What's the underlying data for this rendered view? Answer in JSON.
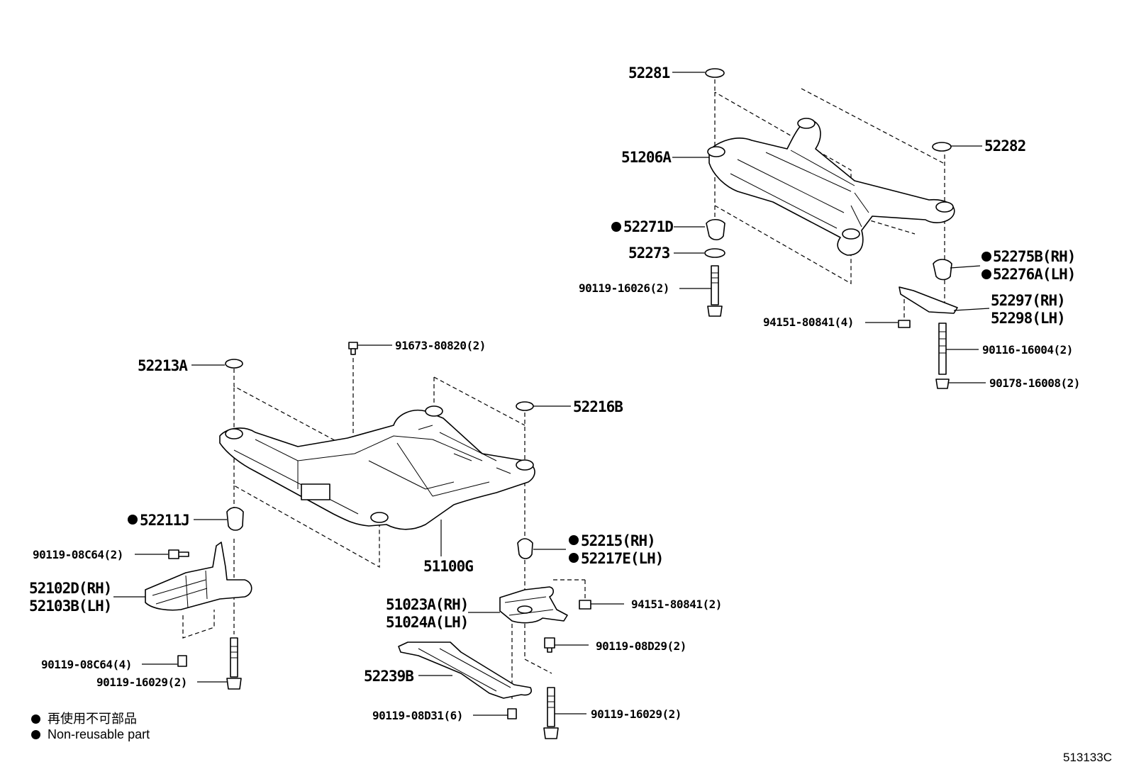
{
  "labels": {
    "p52281": "52281",
    "p51206A": "51206A",
    "p52282": "52282",
    "p52271D": "52271D",
    "p52273": "52273",
    "p90119_16026": "90119-16026(2)",
    "p52275B": "52275B(RH)",
    "p52276A": "52276A(LH)",
    "p52297": "52297(RH)",
    "p52298": "52298(LH)",
    "p94151_80841_4": "94151-80841(4)",
    "p90116_16004": "90116-16004(2)",
    "p90178_16008": "90178-16008(2)",
    "p91673_80820": "91673-80820(2)",
    "p52213A": "52213A",
    "p52216B": "52216B",
    "p52211J": "52211J",
    "p52215": "52215(RH)",
    "p52217E": "52217E(LH)",
    "p90119_08C64_2": "90119-08C64(2)",
    "p51100G": "51100G",
    "p52102D": "52102D(RH)",
    "p52103B": "52103B(LH)",
    "p51023A": "51023A(RH)",
    "p51024A": "51024A(LH)",
    "p94151_80841_2": "94151-80841(2)",
    "p90119_08D29": "90119-08D29(2)",
    "p90119_08C64_4": "90119-08C64(4)",
    "p90119_16029_left": "90119-16029(2)",
    "p52239B": "52239B",
    "p90119_08D31": "90119-08D31(6)",
    "p90119_16029_right": "90119-16029(2)"
  },
  "legend": {
    "line1": "再使用不可部品",
    "line2": "Non-reusable part"
  },
  "reference": "513133C"
}
